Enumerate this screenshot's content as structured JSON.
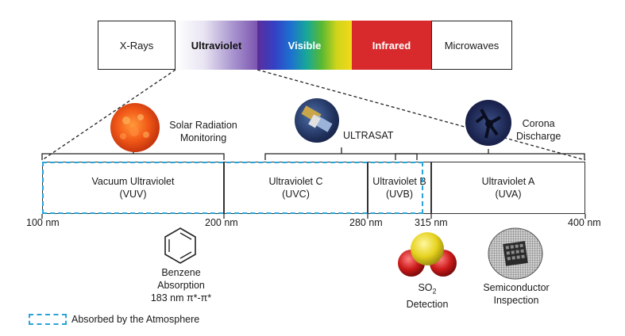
{
  "spectrum": {
    "xrays": "X-Rays",
    "ultraviolet": "Ultraviolet",
    "visible": "Visible",
    "infrared": "Infrared",
    "microwaves": "Microwaves"
  },
  "applications_top": {
    "solar": [
      "Solar Radiation",
      "Monitoring"
    ],
    "ultrasat": "ULTRASAT",
    "corona": [
      "Corona",
      "Discharge"
    ]
  },
  "bands": [
    {
      "name": "Ultraviolet C",
      "abbr": "(UVC)"
    },
    {
      "name": "Vacuum Ultraviolet",
      "abbr": "(VUV)"
    },
    {
      "name": "Ultraviolet B",
      "abbr": "(UVB)"
    },
    {
      "name": "Ultraviolet A",
      "abbr": "(UVA)"
    }
  ],
  "wavelength_ticks": {
    "t100": "100 nm",
    "t200": "200 nm",
    "t280": "280 nm",
    "t315": "315 nm",
    "t400": "400 nm"
  },
  "applications_bottom": {
    "benzene": [
      "Benzene",
      "Absorption",
      "183 nm π*-π*"
    ],
    "so2": {
      "main": "SO",
      "sub": "2",
      "line2": "Detection"
    },
    "semiconductor": [
      "Semiconductor",
      "Inspection"
    ]
  },
  "legend": {
    "absorbed": "Absorbed by the Atmosphere"
  },
  "colors": {
    "infrared": "#d82a2c",
    "atmosphere_dash": "#2aa3d6"
  }
}
